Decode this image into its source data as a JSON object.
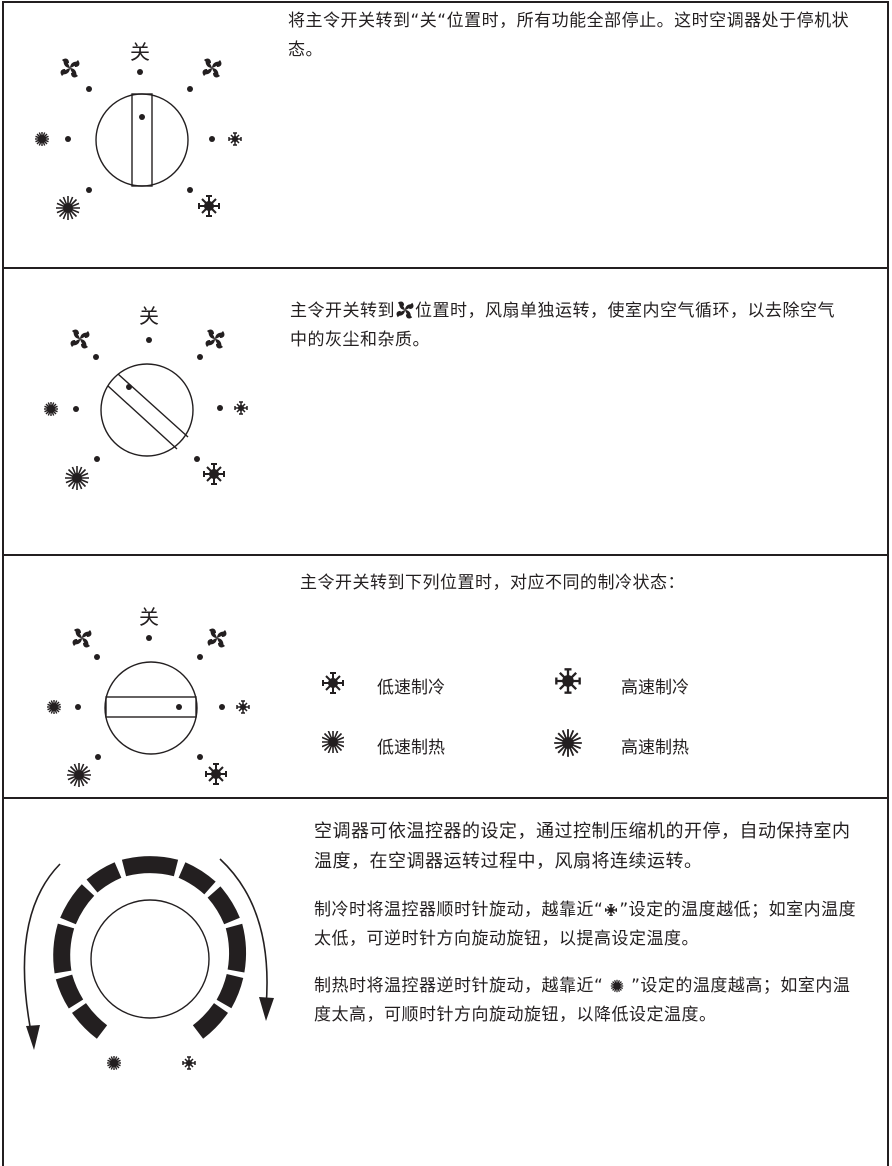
{
  "dial_off_label": "关",
  "section1": {
    "text": "将主令开关转到“关“位置时，所有功能全部停止。这时空调器处于停机状态。"
  },
  "section2": {
    "text_before_icon": "主令开关转到",
    "inline_icon": "fan-icon",
    "text_after_icon": "位置时，风扇单独运转，使室内空气循环，以去除空气中的灰尘和杂质。"
  },
  "section3": {
    "intro": "主令开关转到下列位置时，对应不同的制冷状态：",
    "modes": [
      {
        "icon": "snowflake-small-icon",
        "label": "低速制冷"
      },
      {
        "icon": "snowflake-large-icon",
        "label": "高速制冷"
      },
      {
        "icon": "sun-small-icon",
        "label": "低速制热"
      },
      {
        "icon": "sun-large-icon",
        "label": "高速制热"
      }
    ]
  },
  "section4": {
    "paragraph1": "空调器可依温控器的设定，通过控制压缩机的开停，自动保持室内温度，在空调器运转过程中，风扇将连续运转。",
    "paragraph2_before": "制冷时将温控器顺时针旋动，越靠近“",
    "paragraph2_icon": "snowflake-icon",
    "paragraph2_after": "”设定的温度越低；如室内温度太低，可逆时针方向旋动旋钮，以提高设定温度。",
    "paragraph3_before": "制热时将温控器逆时针旋动，越靠近“ ",
    "paragraph3_icon": "sun-icon",
    "paragraph3_after": " ”设定的温度越高；如室内温度太高，可顺时针方向旋动旋钮，以降低设定温度。"
  },
  "colors": {
    "ink": "#231f20",
    "background": "#ffffff"
  }
}
